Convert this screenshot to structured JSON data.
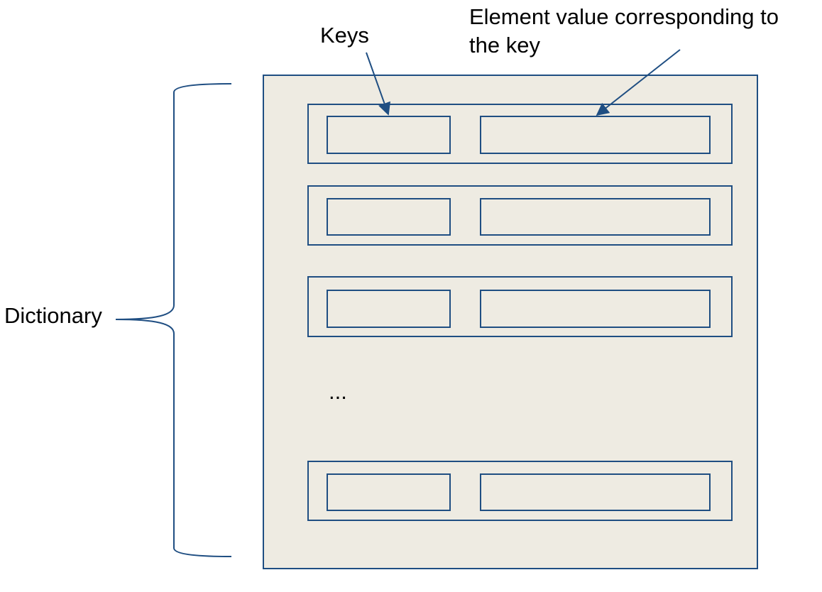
{
  "labels": {
    "keys": "Keys",
    "value_line1": "Element value corresponding to",
    "value_line2": "the key",
    "dictionary": "Dictionary",
    "ellipsis": "..."
  },
  "colors": {
    "container_fill": "#eeebe2",
    "stroke": "#1f4e82",
    "text": "#000000"
  },
  "entries": [
    {
      "name": "entry-1"
    },
    {
      "name": "entry-2"
    },
    {
      "name": "entry-3"
    },
    {
      "name": "entry-last"
    }
  ]
}
